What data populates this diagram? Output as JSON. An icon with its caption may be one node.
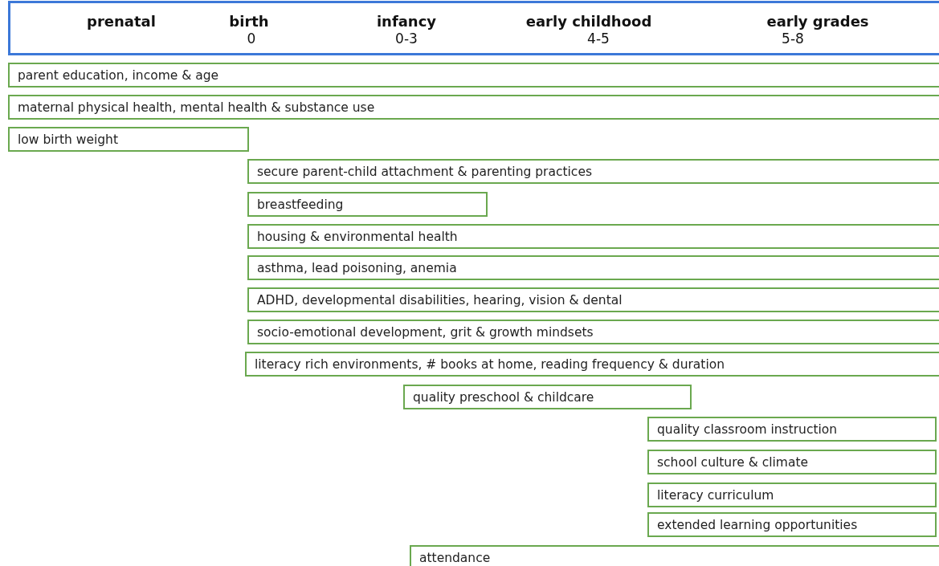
{
  "diagram": {
    "nodes": [
      {
        "text": [
          "prenatal",
          "birth",
          "0",
          "infancy",
          "0-3",
          "early childhood",
          "4-5",
          "early grades",
          "5-8"
        ]
      },
      {
        "text": [
          "parent education, income & age"
        ]
      },
      {
        "text": [
          "maternal physical health, mental health & substance use"
        ]
      },
      {
        "text": [
          "low birth weight"
        ]
      },
      {
        "text": [
          "secure parent-child attachment & parenting practices"
        ]
      },
      {
        "text": [
          "breastfeeding"
        ]
      },
      {
        "text": [
          "housing & environmental health"
        ]
      },
      {
        "text": [
          "asthma, lead poisoning, anemia"
        ]
      },
      {
        "text": [
          "ADHD, developmental disabilities, hearing, vision & dental"
        ]
      },
      {
        "text": [
          "socio-emotional development, grit & growth mindsets"
        ]
      },
      {
        "text": [
          "literacy rich environments, # books at home, reading frequency & duration"
        ]
      },
      {
        "text": [
          "quality preschool & childcare"
        ]
      },
      {
        "text": [
          "quality classroom instruction"
        ]
      },
      {
        "text": [
          "school culture & climate"
        ]
      },
      {
        "text": [
          "literacy curriculum"
        ]
      },
      {
        "text": [
          "extended learning opportunities"
        ]
      },
      {
        "text": [
          "attendance"
        ]
      }
    ]
  }
}
